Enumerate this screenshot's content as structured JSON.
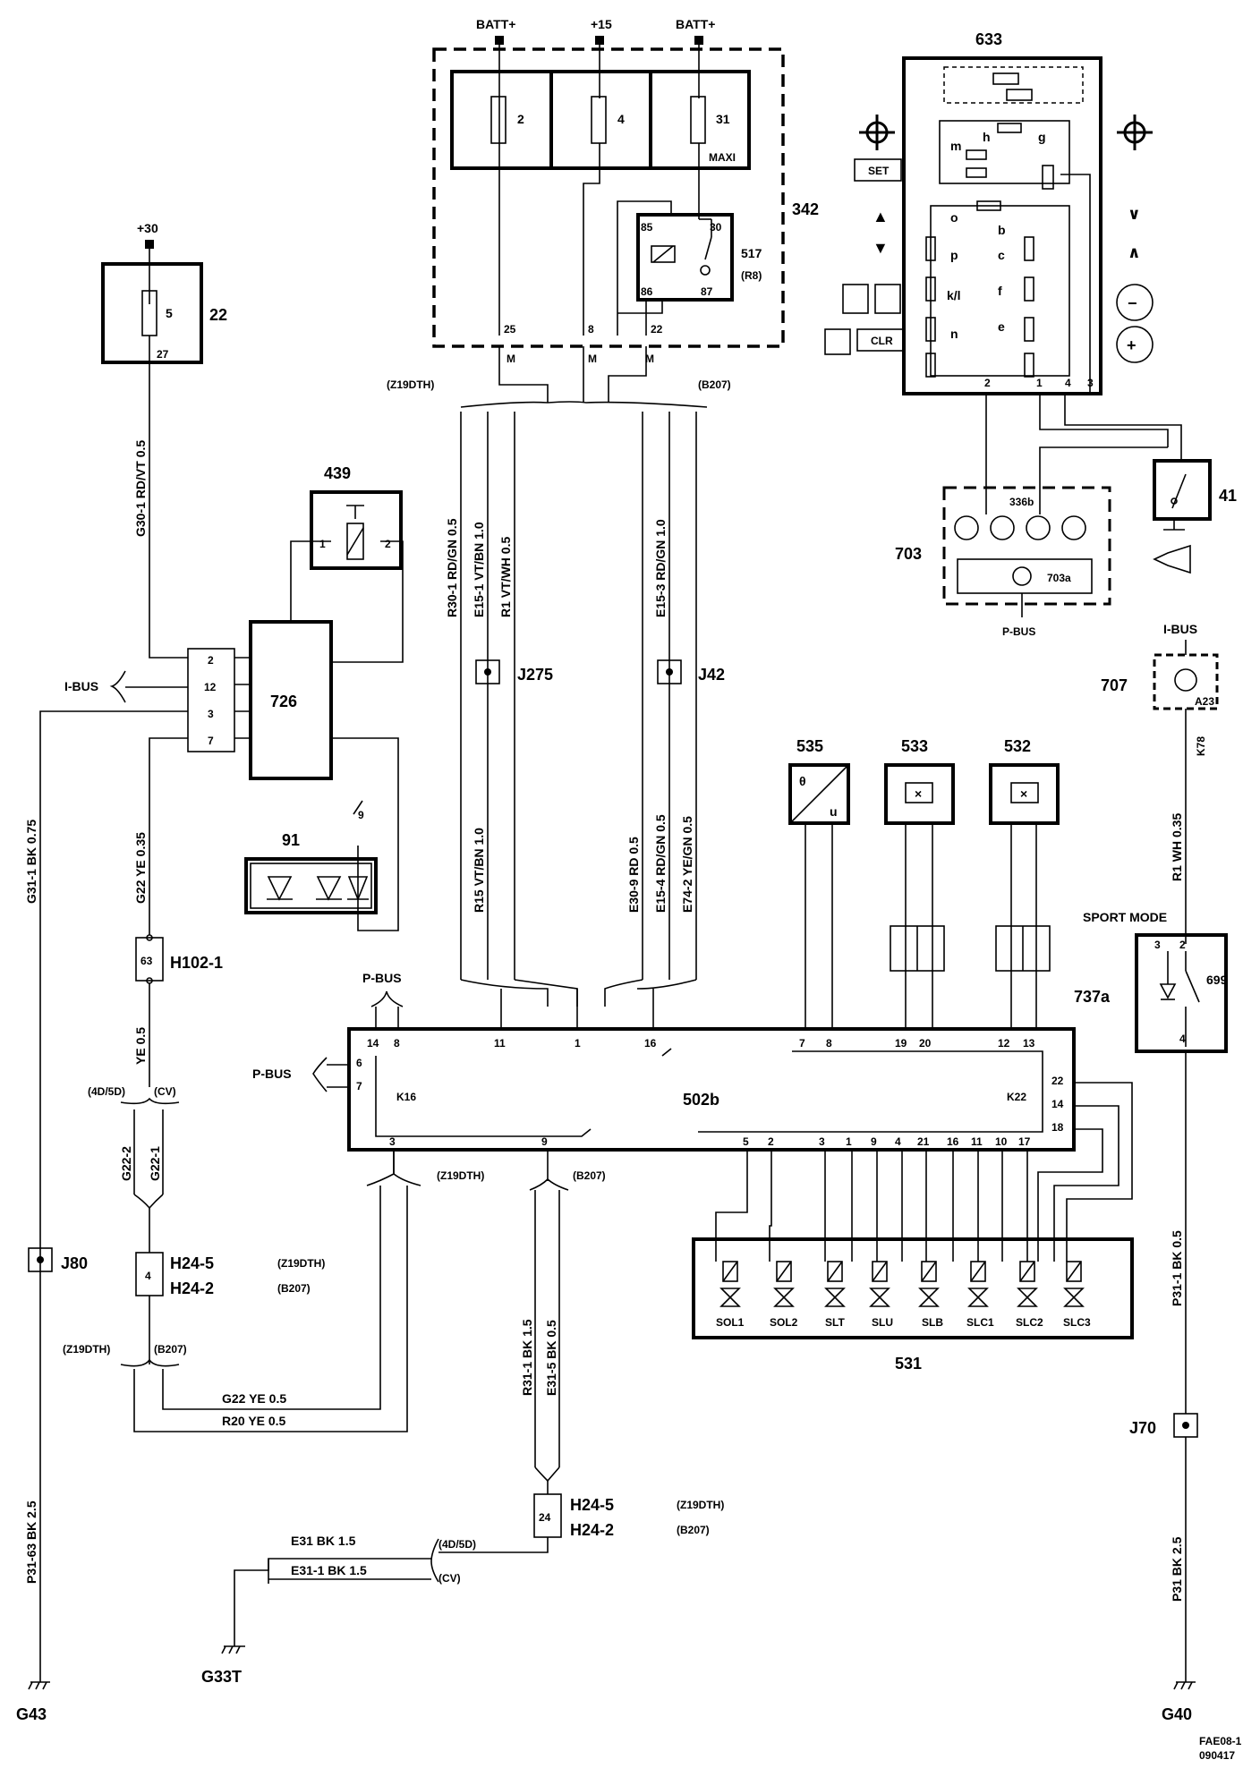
{
  "supply": {
    "batt1": "BATT+",
    "ign15": "+15",
    "batt2": "BATT+",
    "plus30": "+30"
  },
  "components": {
    "c342": "342",
    "c22": "22",
    "c633": "633",
    "c41": "41",
    "c703": "703",
    "c439": "439",
    "c726": "726",
    "c91": "91",
    "c535": "535",
    "c533": "533",
    "c532": "532",
    "c707": "707",
    "c737a": "737a",
    "c699": "699",
    "c502b": "502b",
    "c531": "531",
    "c517": "517",
    "c517sub": "(R8)",
    "c336b": "336b",
    "c703a": "703a"
  },
  "fuses": {
    "f2": "2",
    "f4": "4",
    "f31": "31",
    "maxi": "MAXI",
    "f5": "5",
    "f5pin": "27"
  },
  "relay517": {
    "p85": "85",
    "p30": "30",
    "p86": "86",
    "p87": "87"
  },
  "fusebox_pins": {
    "p25": "25",
    "p8": "8",
    "p22": "22",
    "m": "M"
  },
  "variants": {
    "z19dth": "(Z19DTH)",
    "b207": "(B207)",
    "d4d5d": "(4D/5D)",
    "cv": "(CV)"
  },
  "wires": {
    "r30_1": "R30-1  RD/GN  0.5",
    "e15_1": "E15-1  VT/BN  1.0",
    "r1_vtwh": "R1  VT/WH  0.5",
    "e15_3": "E15-3  RD/GN  1.0",
    "r15": "R15  VT/BN  1.0",
    "e30_9": "E30-9  RD  0.5",
    "e15_4": "E15-4  RD/GN  0.5",
    "e74_2": "E74-2  YE/GN  0.5",
    "g30_1": "G30-1  RD/VT  0.5",
    "g31_1": "G31-1  BK  0.75",
    "g22_ye035": "G22  YE  0.35",
    "ye05": "YE  0.5",
    "g22_2": "G22-2",
    "g22_1": "G22-1",
    "g22_bottom": "G22  YE  0.5",
    "r20_bottom": "R20  YE  0.5",
    "p31_63": "P31-63  BK  2.5",
    "r31_1": "R31-1  BK  1.5",
    "e31_5": "E31-5  BK  0.5",
    "e31": "E31   BK  1.5",
    "e31_1": "E31-1   BK  1.5",
    "k78": "K78",
    "r1_wh": "R1  WH  0.35",
    "p31_1": "P31-1  BK  0.5",
    "p31": "P31  BK  2.5"
  },
  "connectors": {
    "j275": "J275",
    "j42": "J42",
    "j80": "J80",
    "j70": "J70",
    "h102_1": "H102-1",
    "h102_pin": "63",
    "h24_5": "H24-5",
    "h24_2": "H24-2",
    "h24_pin_a": "4",
    "h24_pin_b": "24",
    "a23": "A23"
  },
  "c726_pins": {
    "p2": "2",
    "p12": "12",
    "p3": "3",
    "p7": "7"
  },
  "c439_pins": {
    "p1": "1",
    "p2": "2"
  },
  "c91_wire": "9",
  "bus": {
    "ibus_left": "I-BUS",
    "pbus_top": "P-BUS",
    "pbus_left": "P-BUS",
    "pbus_703": "P-BUS",
    "ibus_707": "I-BUS"
  },
  "c633_labels": {
    "set": "SET",
    "clr": "CLR",
    "m": "m",
    "h": "h",
    "g": "g",
    "o": "o",
    "b": "b",
    "p": "p",
    "c": "c",
    "kl": "k/l",
    "f": "f",
    "n": "n",
    "e": "e",
    "pin2": "2",
    "pin1": "1",
    "pin4": "4",
    "pin3": "3",
    "arrow_up": "▲",
    "arrow_down": "▼",
    "chev_down": "∨",
    "chev_up": "∧",
    "minus": "−",
    "plus": "+"
  },
  "c502b_top_pins": [
    "14",
    "8",
    "11",
    "1",
    "16",
    "7",
    "8",
    "19",
    "20",
    "12",
    "13"
  ],
  "c502b_left_pins": [
    "6",
    "7"
  ],
  "c502b_right_pins": [
    "22",
    "14",
    "18"
  ],
  "c502b_bottom_pins": [
    "3",
    "9",
    "5",
    "2",
    "3",
    "1",
    "9",
    "4",
    "21",
    "16",
    "11",
    "10",
    "17"
  ],
  "c502b_k16": "K16",
  "c502b_k22": "K22",
  "c531_solenoids": [
    "SOL1",
    "SOL2",
    "SLT",
    "SLU",
    "SLB",
    "SLC1",
    "SLC2",
    "SLC3"
  ],
  "c737a": {
    "mode": "SPORT MODE",
    "p3": "3",
    "p2": "2",
    "p4": "4"
  },
  "c535_symbols": {
    "theta": "θ",
    "u": "u"
  },
  "grounds": {
    "g43": "G43",
    "g40": "G40",
    "g33t": "G33T"
  },
  "footer": {
    "code": "FAE08-1",
    "date": "090417"
  }
}
